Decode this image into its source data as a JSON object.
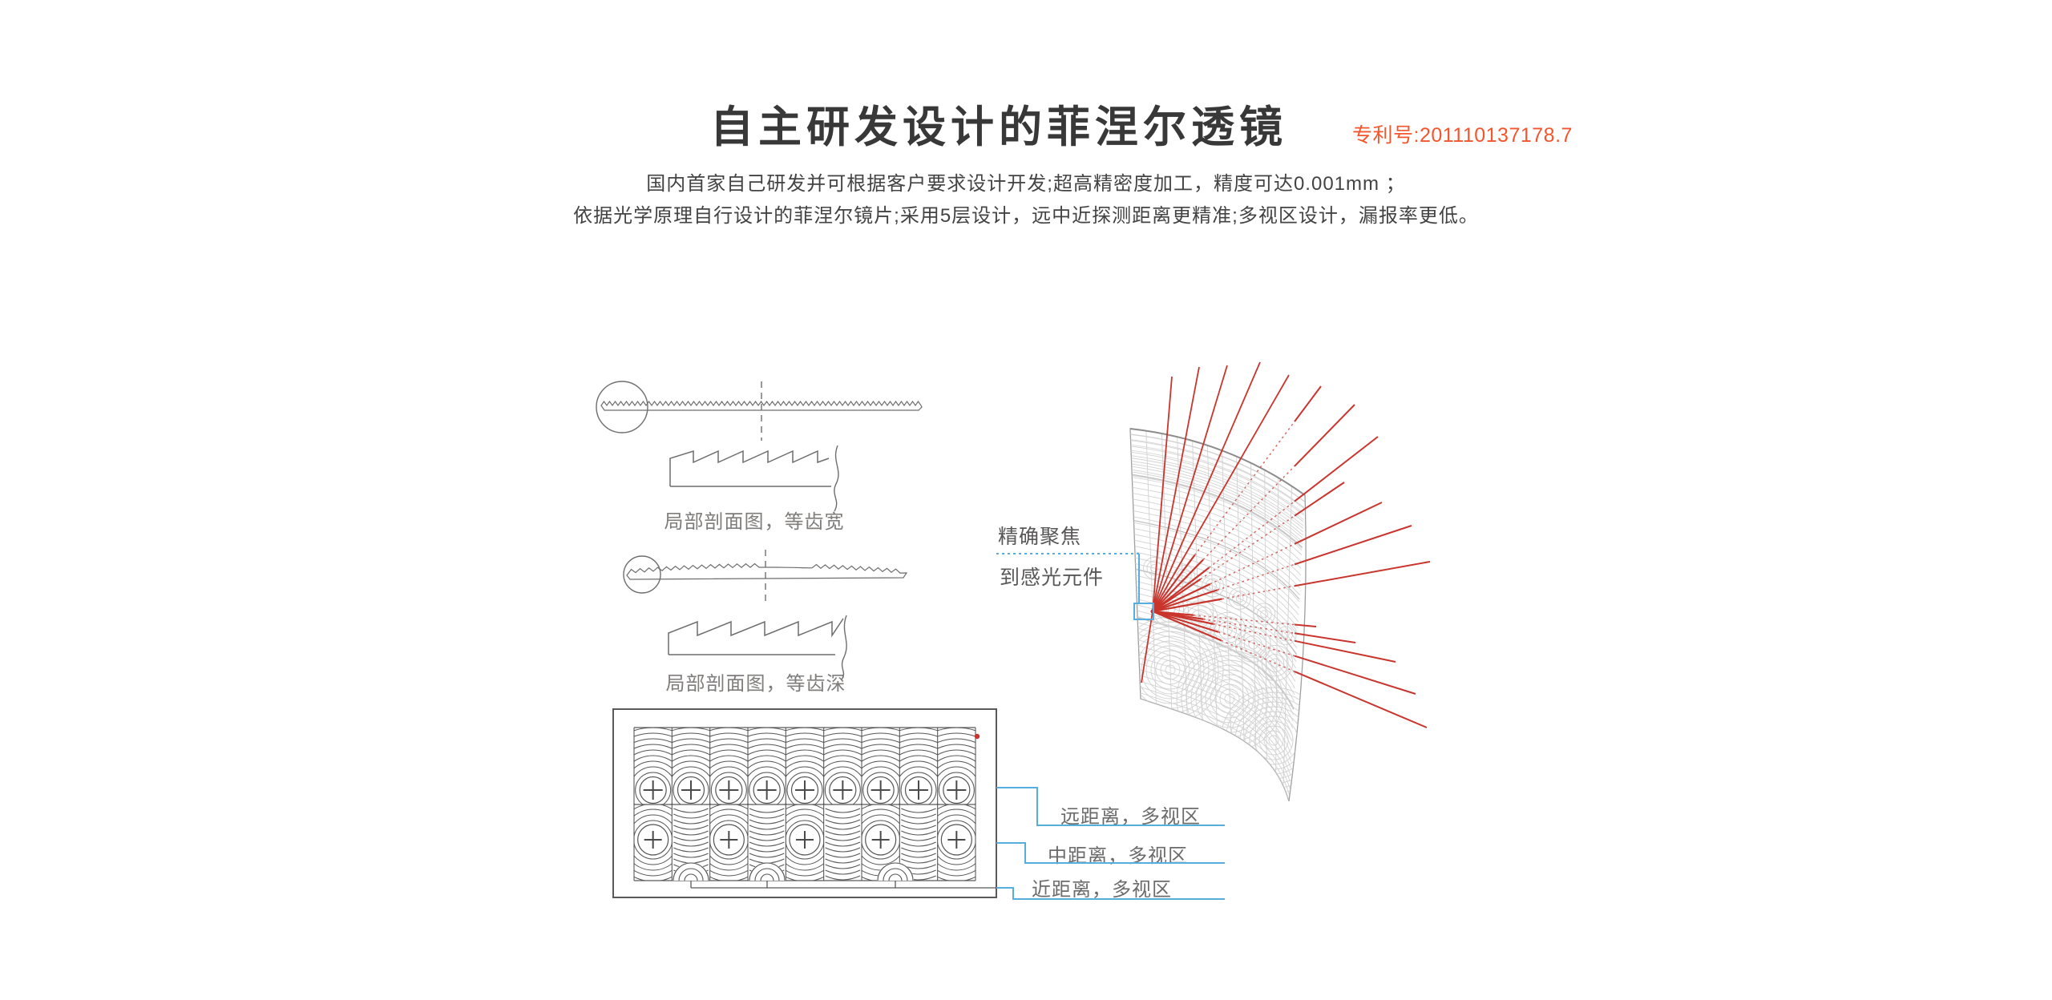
{
  "header": {
    "title": "自主研发设计的菲涅尔透镜",
    "patent_label": "专利号:201110137178.7",
    "desc_line1": "国内首家自己研发并可根据客户要求设计开发;超高精密度加工，精度可达0.001mm ；",
    "desc_line2": "依据光学原理自行设计的菲涅尔镜片;采用5层设计，远中近探测距离更精准;多视区设计，漏报率更低。"
  },
  "diagrams": {
    "section_width_label": "局部剖面图，等齿宽",
    "section_depth_label": "局部剖面图，等齿深",
    "focus_label_line1": "精确聚焦",
    "focus_label_line2": "到感光元件",
    "zone_far_label": "远距离，多视区",
    "zone_mid_label": "中距离，多视区",
    "zone_near_label": "近距离，多视区"
  },
  "colors": {
    "accent_orange": "#f4552d",
    "leader_blue": "#56aede",
    "ray_red": "#c9352d",
    "diagram_line": "#6f6d6e",
    "box_line": "#58595b",
    "ring_line": "#555555",
    "sheet_line": "#d2d2d2",
    "sheet_row_line": "#c0c0c0",
    "sheet_edge": "#9e9e9e",
    "title_color": "#383838",
    "body_color": "#434343",
    "caption_color": "#7f7d7b",
    "zone_color": "#6b6b6b"
  }
}
